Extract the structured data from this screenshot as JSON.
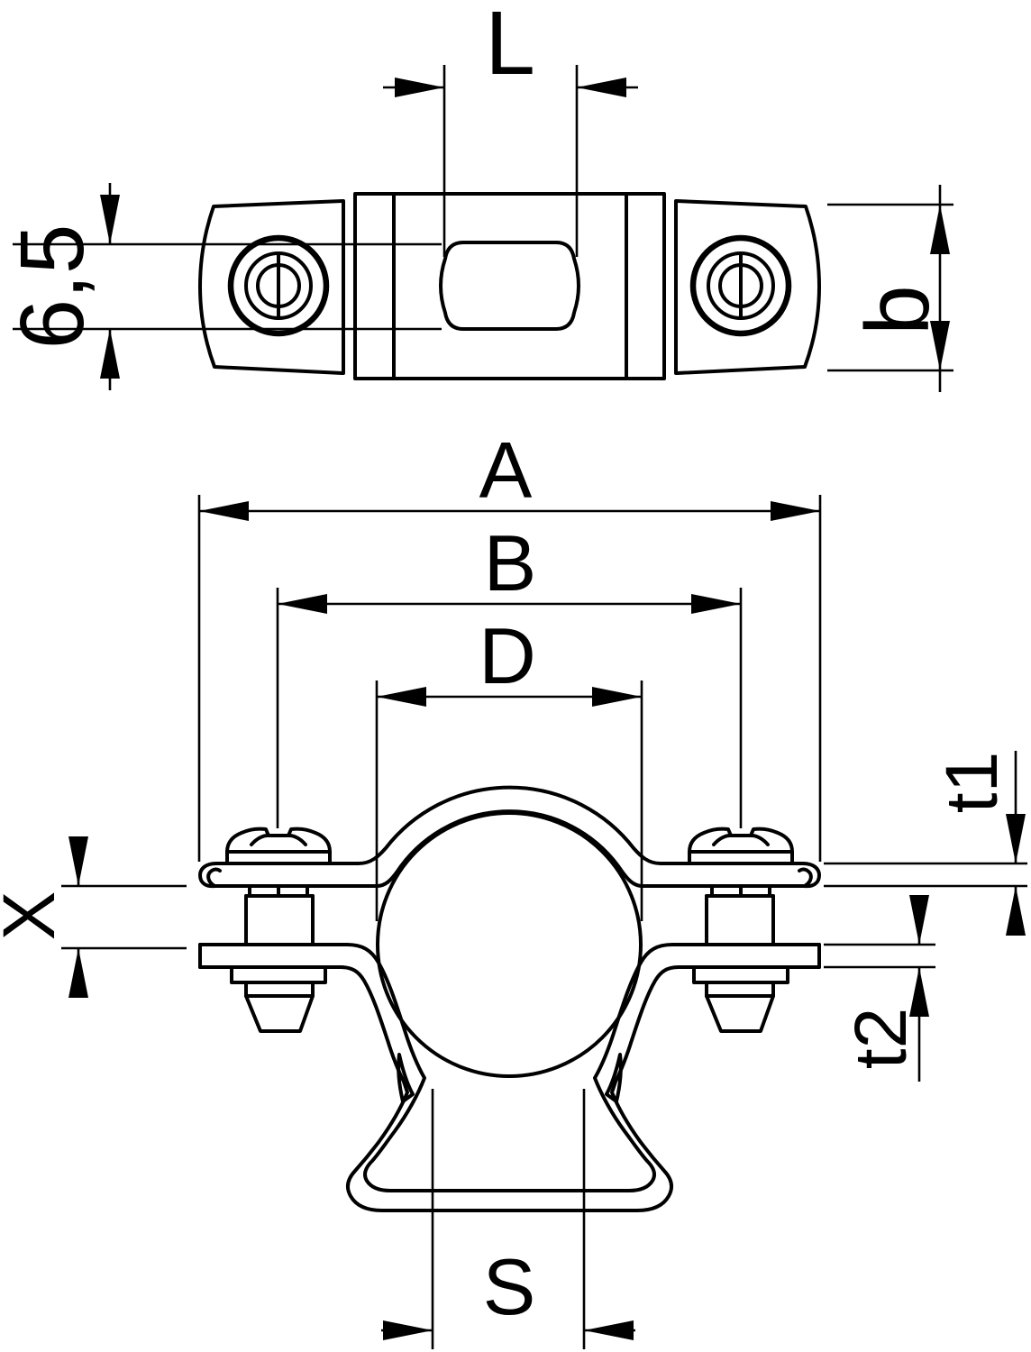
{
  "page": {
    "background": "#ffffff",
    "line_color": "#000000"
  },
  "diagram": {
    "type": "technical-drawing",
    "description": "Two-view dimensioned drawing of a spacer pipe clamp with two screws",
    "views": [
      {
        "name": "top-view"
      },
      {
        "name": "front-view"
      }
    ],
    "labels": {
      "L": "L",
      "slot_height": "6,5",
      "b": "b",
      "A": "A",
      "B": "B",
      "D": "D",
      "t1": "t1",
      "X": "X",
      "t2": "t2",
      "S": "S"
    }
  }
}
